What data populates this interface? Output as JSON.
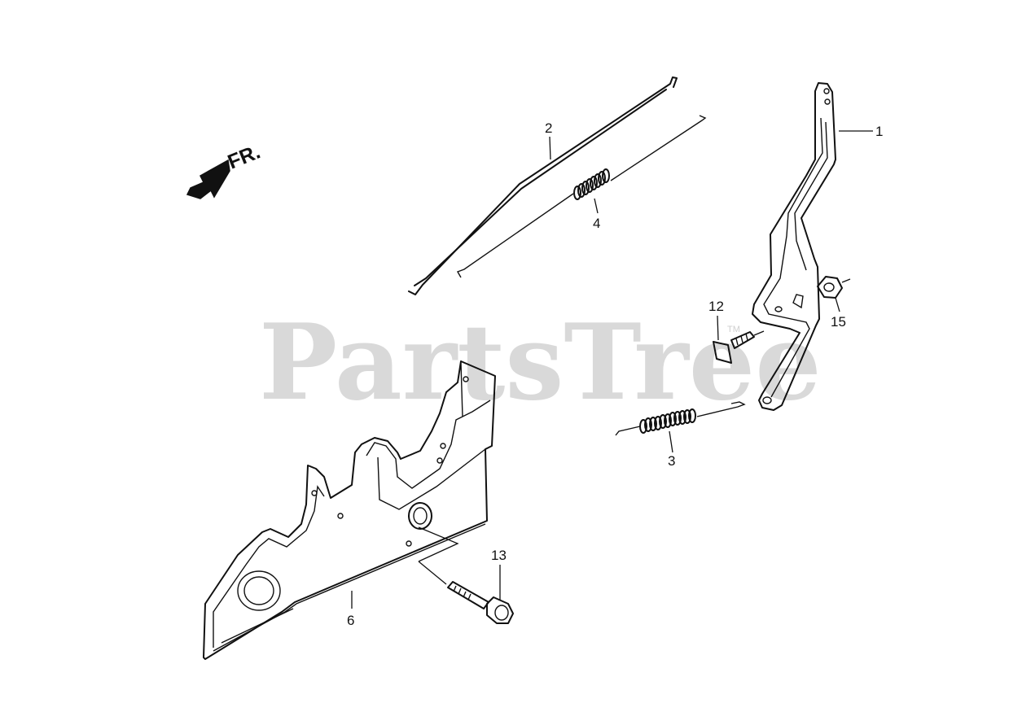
{
  "watermark": {
    "text": "PartsTree",
    "trademark": "TM"
  },
  "direction_arrow": {
    "label": "FR."
  },
  "callouts": [
    {
      "id": "1",
      "label": "1"
    },
    {
      "id": "2",
      "label": "2"
    },
    {
      "id": "3",
      "label": "3"
    },
    {
      "id": "4",
      "label": "4"
    },
    {
      "id": "6",
      "label": "6"
    },
    {
      "id": "12",
      "label": "12"
    },
    {
      "id": "13",
      "label": "13"
    },
    {
      "id": "15",
      "label": "15"
    }
  ],
  "colors": {
    "line": "#111111",
    "watermark": "#d9d9d9",
    "background": "#ffffff"
  }
}
